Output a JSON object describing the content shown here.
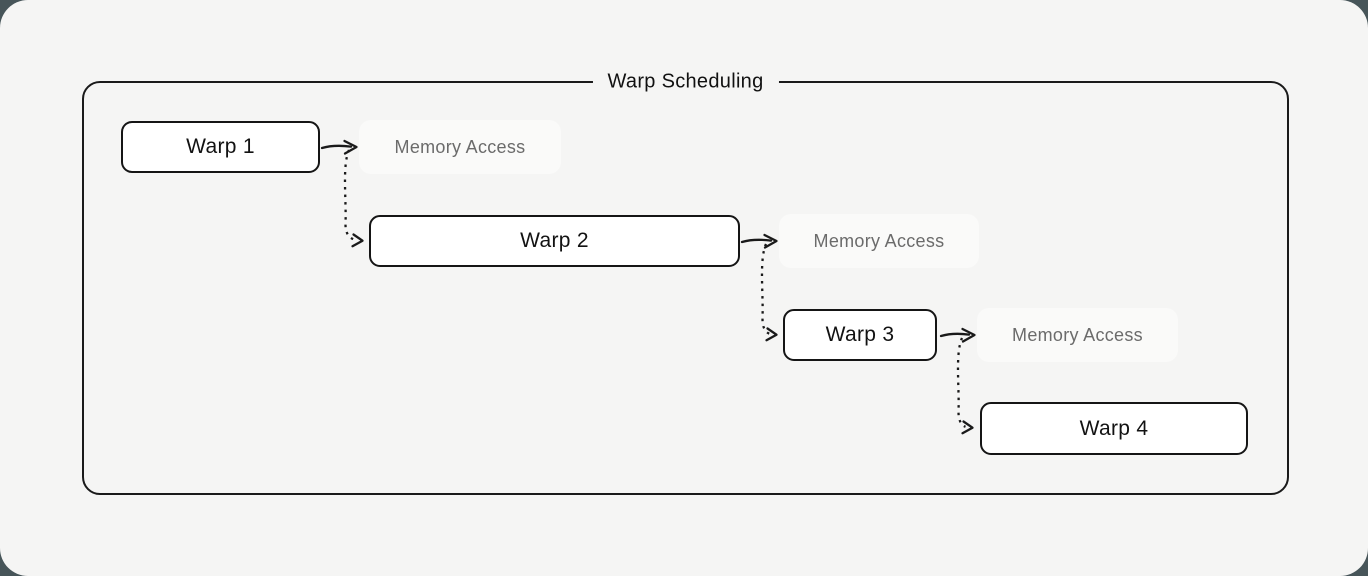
{
  "frame": {
    "title": "Warp Scheduling"
  },
  "warps": [
    {
      "label": "Warp 1"
    },
    {
      "label": "Warp 2"
    },
    {
      "label": "Warp 3"
    },
    {
      "label": "Warp 4"
    }
  ],
  "memory_accesses": [
    {
      "label": "Memory Access"
    },
    {
      "label": "Memory Access"
    },
    {
      "label": "Memory Access"
    }
  ],
  "edges": [
    {
      "from": "Warp 1",
      "to": "Memory Access",
      "style": "solid-arrow"
    },
    {
      "from": "Warp 1",
      "to": "Warp 2",
      "style": "dotted-arrow"
    },
    {
      "from": "Warp 2",
      "to": "Memory Access",
      "style": "solid-arrow"
    },
    {
      "from": "Warp 2",
      "to": "Warp 3",
      "style": "dotted-arrow"
    },
    {
      "from": "Warp 3",
      "to": "Memory Access",
      "style": "solid-arrow"
    },
    {
      "from": "Warp 3",
      "to": "Warp 4",
      "style": "dotted-arrow"
    }
  ],
  "colors": {
    "outside_background": "#475559",
    "panel_background": "#f5f5f4",
    "frame_border": "#1a1a1a",
    "warp_box_fill": "#ffffff",
    "warp_box_border": "#151515",
    "warp_text": "#121212",
    "memory_box_fill": "#fafaf9",
    "memory_text": "#6b6b6b",
    "arrow": "#1a1a1a"
  }
}
